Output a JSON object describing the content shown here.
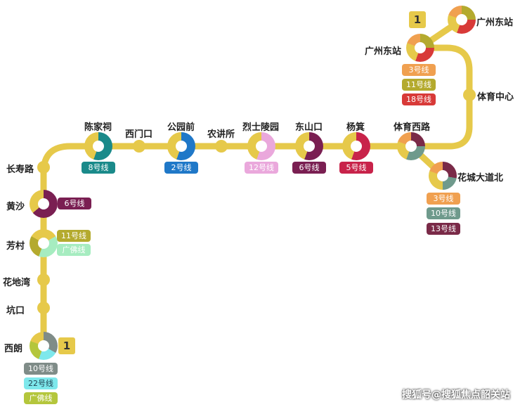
{
  "line_number": "1",
  "track_color": "#e6c94a",
  "stations": {
    "xilang": "西朗",
    "kengkou": "坑口",
    "huadiwan": "花地湾",
    "fangcun": "芳村",
    "huangsha": "黄沙",
    "changshoulu": "长寿路",
    "chenjiaci": "陈家祠",
    "ximenkou": "西门口",
    "gongyuanqian": "公园前",
    "nongjiangsuo": "农讲所",
    "lieshilingyuan": "烈士陵园",
    "dongshankou": "东山口",
    "yangji": "杨箕",
    "tiyuxilu": "体育西路",
    "huachengdadaobei": "花城大道北",
    "tiyuzhongxin": "体育中心",
    "guangzhoudong": "广州东站",
    "guangzhoudong_top": "广州东站"
  },
  "transfers": {
    "chenjiaci": [
      {
        "label": "8号线",
        "color": "#1a8a8a"
      }
    ],
    "gongyuanqian": [
      {
        "label": "2号线",
        "color": "#1f78c8"
      }
    ],
    "lieshilingyuan": [
      {
        "label": "12号线",
        "color": "#eaa8dc"
      }
    ],
    "dongshankou": [
      {
        "label": "6号线",
        "color": "#7a1f52"
      }
    ],
    "yangji": [
      {
        "label": "5号线",
        "color": "#c8234a"
      }
    ],
    "huangsha": [
      {
        "label": "6号线",
        "color": "#7a1f52"
      }
    ],
    "fangcun": [
      {
        "label": "11号线",
        "color": "#b4aa2e"
      },
      {
        "label": "广佛线",
        "color": "#a6ecc0"
      }
    ],
    "guangzhoudong": [
      {
        "label": "3号线",
        "color": "#f0a050"
      },
      {
        "label": "11号线",
        "color": "#b4aa2e"
      },
      {
        "label": "18号线",
        "color": "#d83a38"
      }
    ],
    "huachengdadaobei": [
      {
        "label": "3号线",
        "color": "#f0a050"
      },
      {
        "label": "10号线",
        "color": "#6f9a8c"
      },
      {
        "label": "13号线",
        "color": "#7a2a48"
      }
    ],
    "xilang": [
      {
        "label": "10号线",
        "color": "#7f8c88"
      },
      {
        "label": "22号线",
        "color": "#7ee8ec"
      },
      {
        "label": "广佛线",
        "color": "#b4c63c"
      }
    ]
  },
  "watermark": "搜狐号@搜狐焦点韶关站"
}
